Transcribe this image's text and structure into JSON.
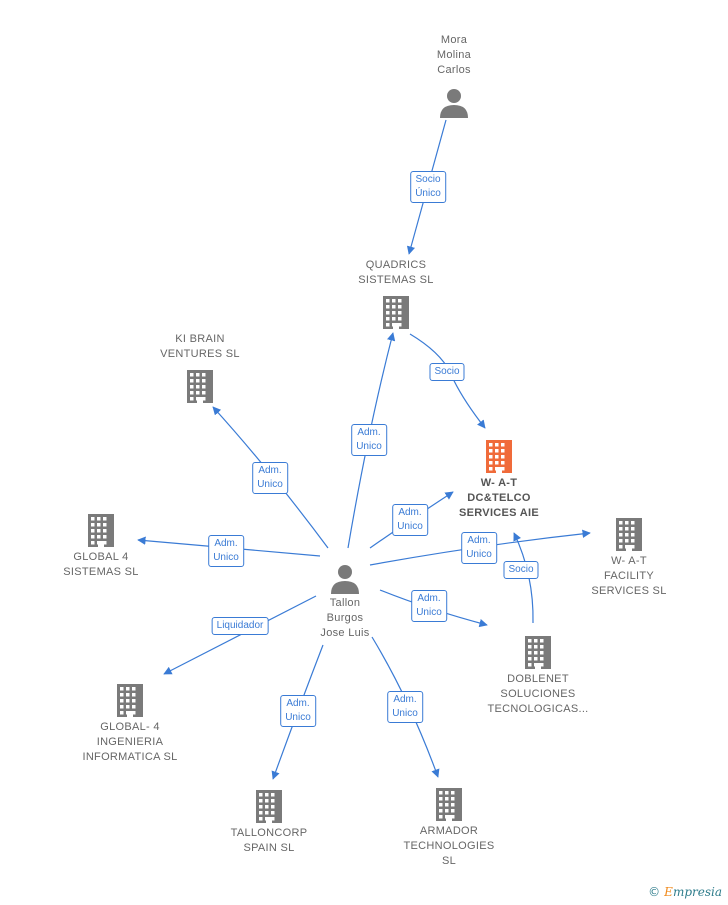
{
  "colors": {
    "company": "#7a7a7a",
    "main_company": "#f06b3a",
    "person": "#7a7a7a",
    "edge": "#3a7bd5"
  },
  "nodes": [
    {
      "id": "mora",
      "kind": "person",
      "label": "Mora\nMolina\nCarlos"
    },
    {
      "id": "quadrics",
      "kind": "company",
      "label": "QUADRICS\nSISTEMAS SL"
    },
    {
      "id": "kibrain",
      "kind": "company",
      "label": "KI BRAIN\nVENTURES SL"
    },
    {
      "id": "wat_dc",
      "kind": "main",
      "label": "W- A-T\nDC&TELCO\nSERVICES AIE"
    },
    {
      "id": "global4",
      "kind": "company",
      "label": "GLOBAL 4\nSISTEMAS SL"
    },
    {
      "id": "wat_fac",
      "kind": "company",
      "label": "W- A-T\nFACILITY\nSERVICES SL"
    },
    {
      "id": "tallon",
      "kind": "person",
      "label": "Tallon\nBurgos\nJose Luis"
    },
    {
      "id": "doblenet",
      "kind": "company",
      "label": "DOBLENET\nSOLUCIONES\nTECNOLOGICAS..."
    },
    {
      "id": "global4ing",
      "kind": "company",
      "label": "GLOBAL- 4\nINGENIERIA\nINFORMATICA SL"
    },
    {
      "id": "talloncorp",
      "kind": "company",
      "label": "TALLONCORP\nSPAIN SL"
    },
    {
      "id": "armador",
      "kind": "company",
      "label": "ARMADOR\nTECHNOLOGIES\nSL"
    }
  ],
  "edges": [
    {
      "from": "mora",
      "to": "quadrics",
      "label": "Socio\nÚnico"
    },
    {
      "from": "quadrics",
      "to": "wat_dc",
      "label": "Socio"
    },
    {
      "from": "tallon",
      "to": "quadrics",
      "label": "Adm.\nUnico"
    },
    {
      "from": "tallon",
      "to": "kibrain",
      "label": "Adm.\nUnico"
    },
    {
      "from": "tallon",
      "to": "wat_dc",
      "label": "Adm.\nUnico"
    },
    {
      "from": "tallon",
      "to": "global4",
      "label": "Adm.\nUnico"
    },
    {
      "from": "tallon",
      "to": "wat_fac",
      "label": "Adm.\nUnico"
    },
    {
      "from": "doblenet",
      "to": "wat_dc",
      "label": "Socio"
    },
    {
      "from": "tallon",
      "to": "doblenet",
      "label": "Adm.\nUnico"
    },
    {
      "from": "tallon",
      "to": "global4ing",
      "label": "Liquidador"
    },
    {
      "from": "tallon",
      "to": "talloncorp",
      "label": "Adm.\nUnico"
    },
    {
      "from": "tallon",
      "to": "armador",
      "label": "Adm.\nUnico"
    }
  ],
  "brand": {
    "symbol": "©",
    "first": "E",
    "rest": "mpresia"
  }
}
